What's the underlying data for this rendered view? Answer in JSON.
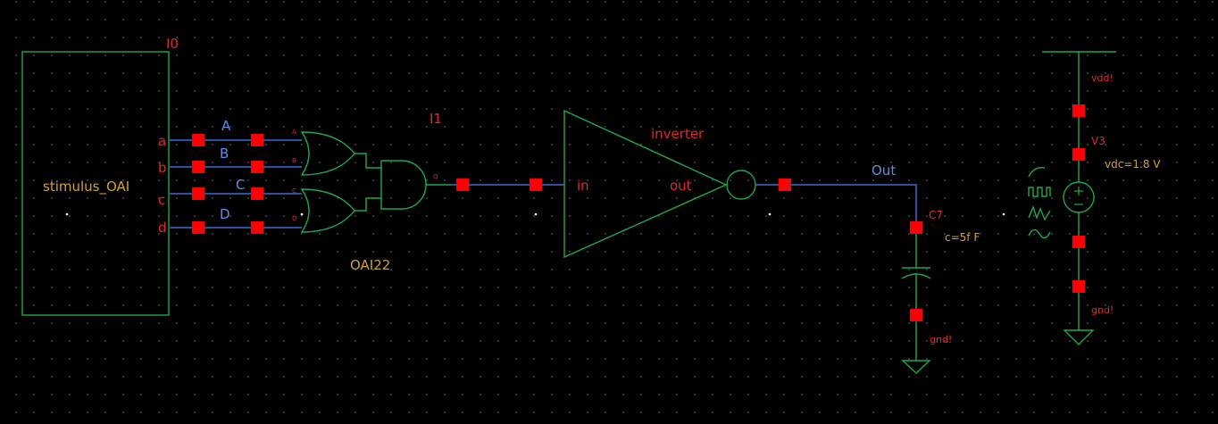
{
  "stimulus": {
    "instance": "I0",
    "name": "stimulus_OAI",
    "pins": [
      "a",
      "b",
      "c",
      "d"
    ]
  },
  "nets": {
    "inputs": [
      "A",
      "B",
      "C",
      "D"
    ],
    "output": "Out"
  },
  "oai": {
    "pins": [
      "A",
      "B",
      "C",
      "D"
    ],
    "out_pin": "Q",
    "name": "OAI22"
  },
  "inverter": {
    "instance": "I1",
    "name": "inverter",
    "in_pin": "in",
    "out_pin": "out"
  },
  "capacitor": {
    "instance": "C7",
    "value": "c=5f F",
    "ground": "gnd!"
  },
  "source": {
    "supply": "vdd!",
    "instance": "V3",
    "value": "vdc=1.8 V",
    "ground": "gnd!"
  },
  "colors": {
    "wire": "#3f6bd8",
    "pin": "#ff0000",
    "symbol": "#1fa84a",
    "label_red": "#e0282a",
    "label_blue": "#5f8de8",
    "label_yellow": "#d2a22a"
  }
}
